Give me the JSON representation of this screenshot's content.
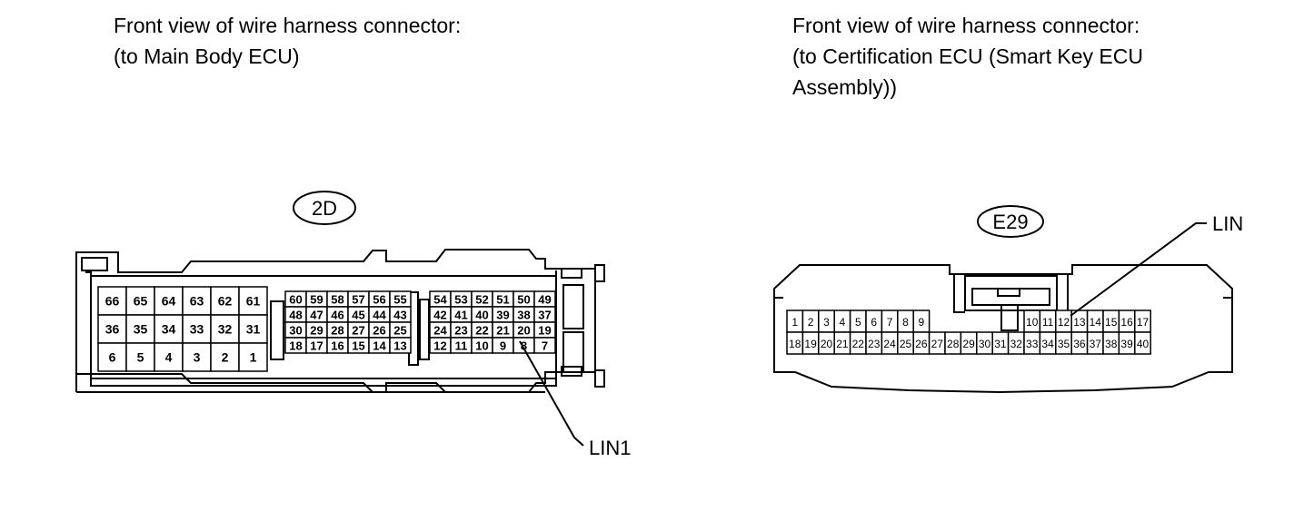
{
  "left_connector": {
    "title_lines": [
      "Front view of wire harness connector:",
      "(to Main Body ECU)"
    ],
    "code": "2D",
    "callout": "LIN1",
    "large_rows": [
      [
        "66",
        "65",
        "64",
        "63",
        "62",
        "61"
      ],
      [
        "36",
        "35",
        "34",
        "33",
        "32",
        "31"
      ],
      [
        "6",
        "5",
        "4",
        "3",
        "2",
        "1"
      ]
    ],
    "mid_rows": [
      [
        "60",
        "59",
        "58",
        "57",
        "56",
        "55"
      ],
      [
        "48",
        "47",
        "46",
        "45",
        "44",
        "43"
      ],
      [
        "30",
        "29",
        "28",
        "27",
        "26",
        "25"
      ],
      [
        "18",
        "17",
        "16",
        "15",
        "14",
        "13"
      ]
    ],
    "right_rows": [
      [
        "54",
        "53",
        "52",
        "51",
        "50",
        "49"
      ],
      [
        "42",
        "41",
        "40",
        "39",
        "38",
        "37"
      ],
      [
        "24",
        "23",
        "22",
        "21",
        "20",
        "19"
      ],
      [
        "12",
        "11",
        "10",
        "9",
        "8",
        "7"
      ]
    ]
  },
  "right_connector": {
    "title_lines": [
      "Front view of wire harness connector:",
      "(to Certification ECU (Smart Key ECU",
      "Assembly))"
    ],
    "code": "E29",
    "callout": "LIN",
    "top_left_pins": [
      "1",
      "2",
      "3",
      "4",
      "5",
      "6",
      "7",
      "8",
      "9"
    ],
    "top_right_pins": [
      "10",
      "11",
      "12",
      "13",
      "14",
      "15",
      "16",
      "17"
    ],
    "bottom_pins": [
      "18",
      "19",
      "20",
      "21",
      "22",
      "23",
      "24",
      "25",
      "26",
      "27",
      "28",
      "29",
      "30",
      "31",
      "32",
      "33",
      "34",
      "35",
      "36",
      "37",
      "38",
      "39",
      "40"
    ]
  }
}
